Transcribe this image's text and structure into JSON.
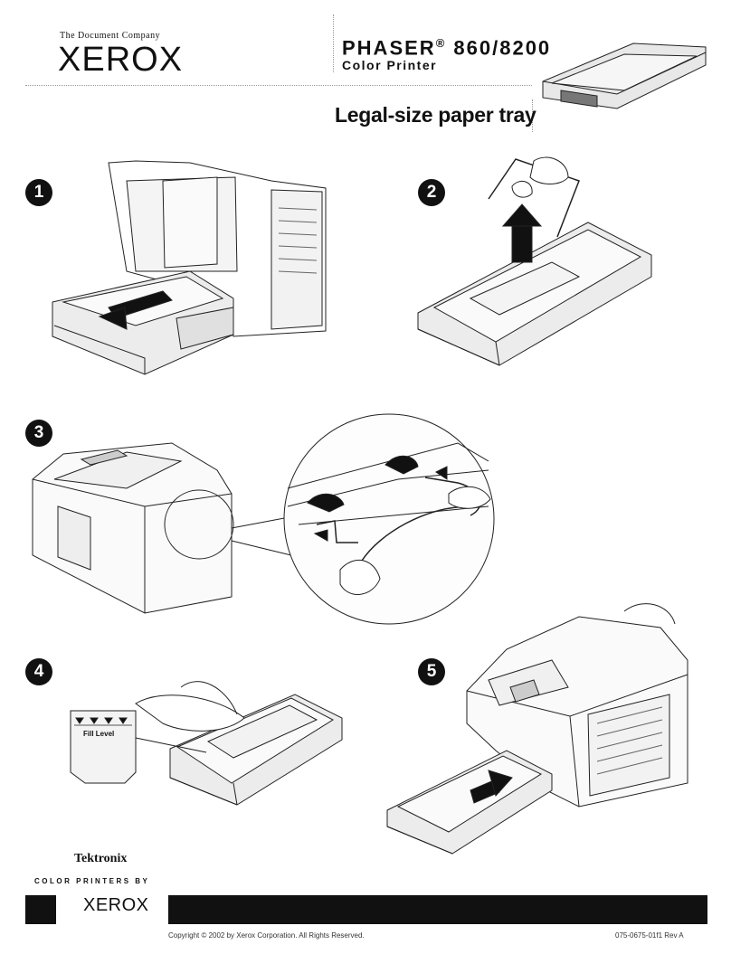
{
  "header": {
    "company_tagline": "The Document Company",
    "logo_text": "XEROX",
    "product_name": "PHASER",
    "product_registered": "®",
    "product_models": "860/8200",
    "product_subtitle": "Color Printer",
    "document_title": "Legal-size paper tray"
  },
  "steps": [
    "1",
    "2",
    "3",
    "4",
    "5"
  ],
  "illustration_labels": {
    "fill_level": "Fill Level"
  },
  "footer": {
    "brand_tektronix": "Tektronix",
    "brand_color_printers_by": "COLOR PRINTERS BY",
    "brand_xerox": "XEROX",
    "copyright": "Copyright © 2002 by Xerox Corporation.  All Rights Reserved.",
    "document_number": "075-0675-01f1 Rev A"
  }
}
